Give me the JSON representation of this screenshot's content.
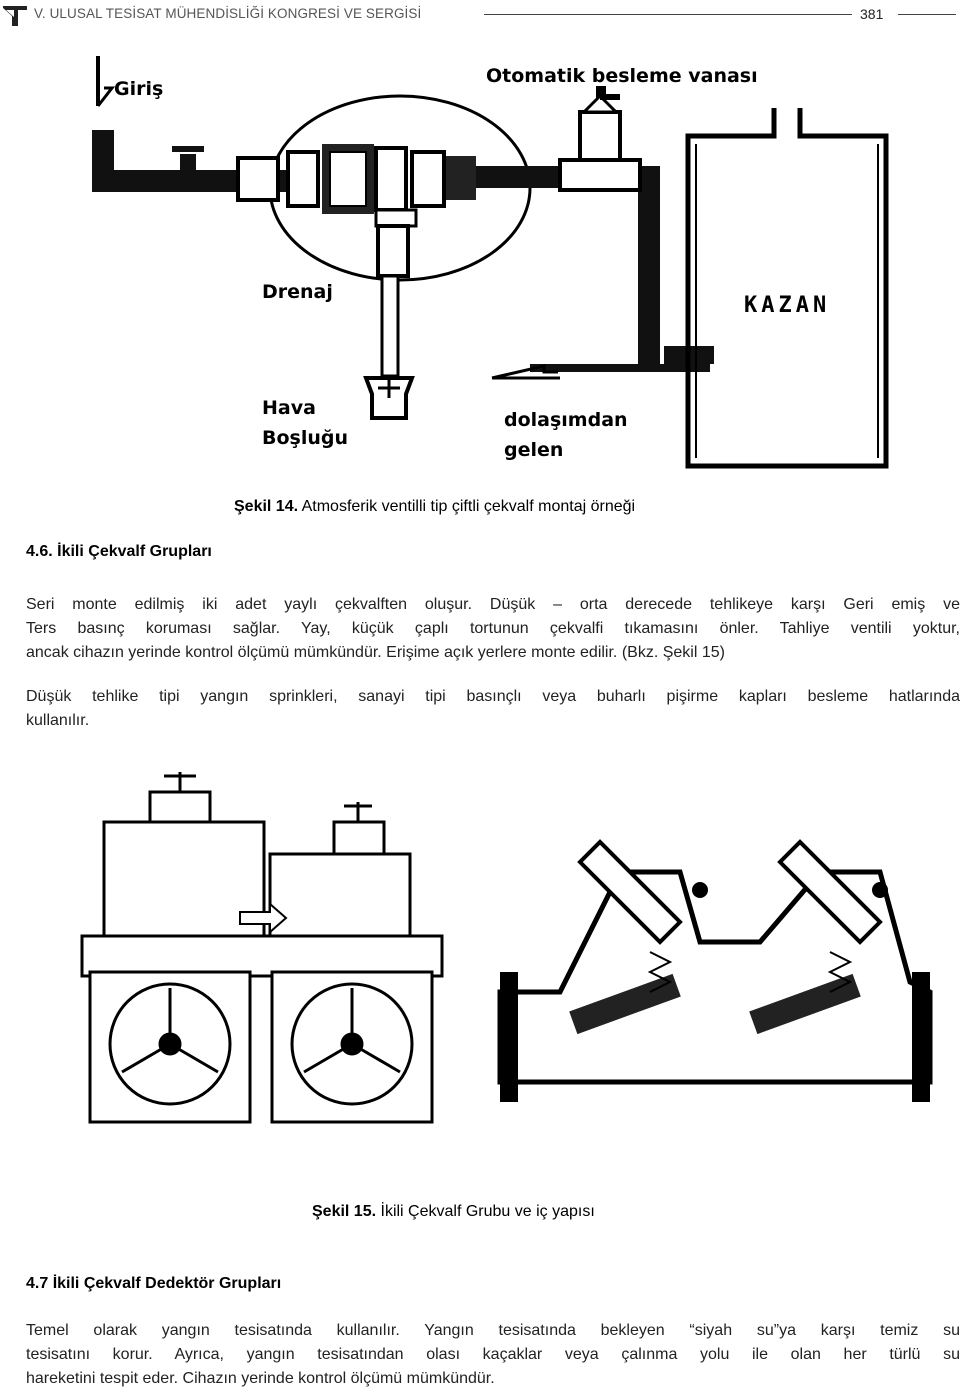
{
  "header": {
    "title": "V. ULUSAL TESİSAT MÜHENDİSLİĞİ KONGRESİ VE SERGİSİ",
    "page_number": "381"
  },
  "figure14": {
    "labels": {
      "inlet": "Giriş",
      "valve": "Otomatik besleme vanası",
      "drain": "Drenaj",
      "air_gap_1": "Hava",
      "air_gap_2": "Boşluğu",
      "boiler": "KAZAN",
      "return_1": "dolaşımdan",
      "return_2": "gelen"
    },
    "caption_num": "Şekil 14.",
    "caption_text": " Atmosferik ventilli tip çiftli çekvalf montaj örneği"
  },
  "section46": {
    "title": "4.6. İkili Çekvalf Grupları"
  },
  "paragraph1": {
    "lines": [
      "Seri monte edilmiş iki adet yaylı çekvalften oluşur. Düşük – orta derecede tehlikeye karşı Geri emiş ve",
      "Ters basınç koruması sağlar. Yay, küçük çaplı tortunun çekvalfi tıkamasını önler. Tahliye ventili yoktur,",
      "ancak cihazın yerinde kontrol ölçümü mümkündür. Erişime açık yerlere monte edilir. (Bkz. Şekil 15)"
    ]
  },
  "paragraph2": {
    "lines": [
      "Düşük tehlike tipi yangın sprinkleri, sanayi tipi basınçlı veya buharlı pişirme kapları besleme hatlarında",
      "kullanılır."
    ]
  },
  "figure15": {
    "caption_num": "Şekil 15.",
    "caption_text": " İkili Çekvalf Grubu ve iç yapısı"
  },
  "section47": {
    "title": "4.7 İkili Çekvalf Dedektör Grupları"
  },
  "paragraph3": {
    "lines": [
      "Temel olarak yangın tesisatında kullanılır. Yangın tesisatında bekleyen “siyah su”ya karşı temiz su",
      "tesisatını korur. Ayrıca, yangın tesisatından olası kaçaklar veya çalınma yolu ile olan her türlü su",
      "hareketini tespit eder. Cihazın yerinde kontrol ölçümü mümkündür."
    ]
  }
}
